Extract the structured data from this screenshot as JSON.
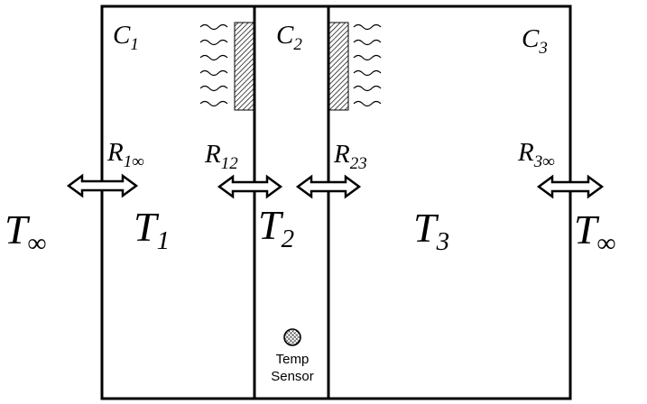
{
  "capacitances": [
    {
      "main": "C",
      "sub": "1"
    },
    {
      "main": "C",
      "sub": "2"
    },
    {
      "main": "C",
      "sub": "3"
    }
  ],
  "resistances": [
    {
      "main": "R",
      "sub": "1∞"
    },
    {
      "main": "R",
      "sub": "12"
    },
    {
      "main": "R",
      "sub": "23"
    },
    {
      "main": "R",
      "sub": "3∞"
    }
  ],
  "temperatures": [
    {
      "main": "T",
      "sub": "∞"
    },
    {
      "main": "T",
      "sub": "1"
    },
    {
      "main": "T",
      "sub": "2"
    },
    {
      "main": "T",
      "sub": "3"
    },
    {
      "main": "T",
      "sub": "∞"
    }
  ],
  "sensor": {
    "line1": "Temp",
    "line2": "Sensor"
  }
}
